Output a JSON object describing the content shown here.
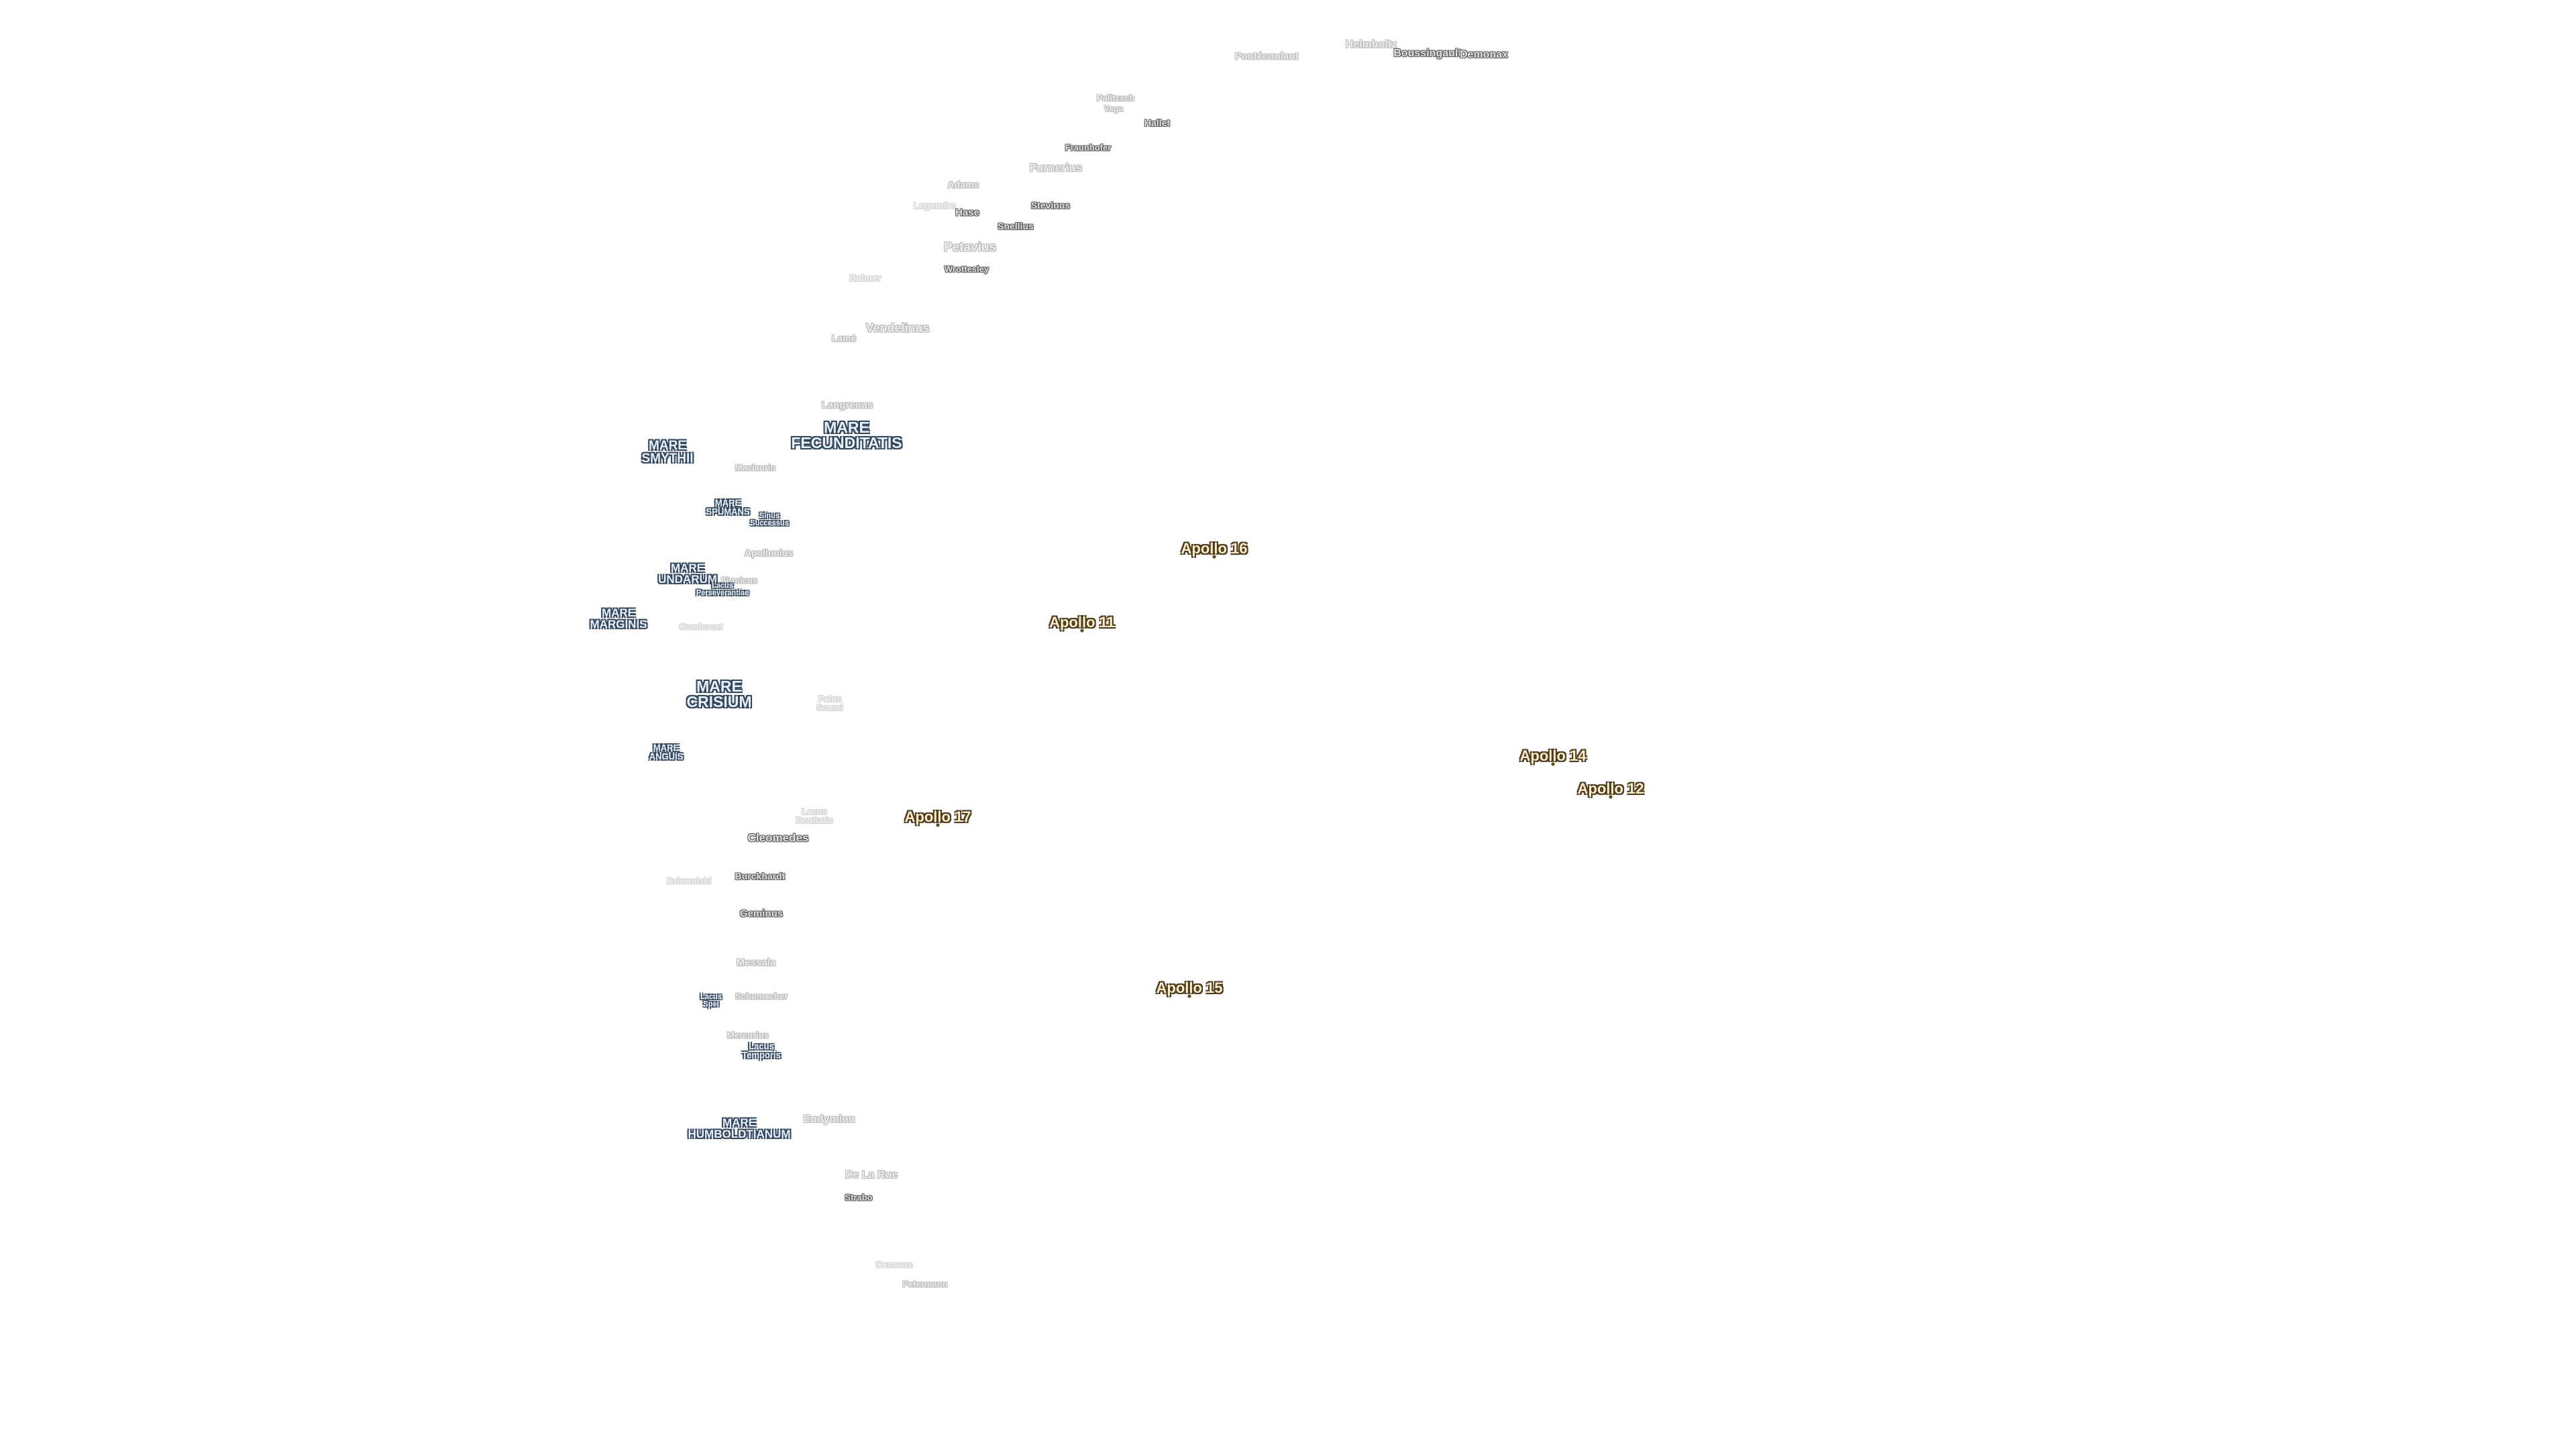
{
  "map": {
    "maria": [
      {
        "id": "mare-fecunditatis",
        "text": "MARE\nFECUNDITATIS",
        "size": "xl"
      },
      {
        "id": "mare-smythii",
        "text": "MARE\nSMYTHII",
        "size": "l"
      },
      {
        "id": "mare-spumans",
        "text": "MARE\nSPUMANS",
        "size": "s"
      },
      {
        "id": "mare-undarum",
        "text": "MARE\nUNDARUM",
        "size": "m"
      },
      {
        "id": "mare-marginis",
        "text": "MARE\nMARGINIS",
        "size": "m"
      },
      {
        "id": "mare-crisium",
        "text": "MARE\nCRISIUM",
        "size": "xl"
      },
      {
        "id": "mare-anguis",
        "text": "MARE\nANGUIS",
        "size": "s"
      },
      {
        "id": "mare-humboldtianum",
        "text": "MARE\nHUMBOLDTIANUM",
        "size": "m"
      },
      {
        "id": "sinus-successus",
        "text": "Sinus\nSuccessus",
        "size": "xs"
      },
      {
        "id": "lacus-perseverantiae",
        "text": "Lacus\nPerseverantiae",
        "size": "xs"
      },
      {
        "id": "lacus-spei",
        "text": "Lacus\nSpei",
        "size": "xs"
      },
      {
        "id": "lacus-temporis",
        "text": "Lacus\nTemporis",
        "size": "s"
      }
    ],
    "craters": [
      {
        "id": "helmholtz",
        "text": "Helmholtz",
        "tone": "faint"
      },
      {
        "id": "boussingault",
        "text": "Boussingault",
        "tone": "normal"
      },
      {
        "id": "demonax",
        "text": "Demonax",
        "tone": "normal"
      },
      {
        "id": "pontecoulant",
        "text": "Pontécoulant",
        "tone": "faint"
      },
      {
        "id": "palitzsch",
        "text": "Palitzsch",
        "tone": "faint"
      },
      {
        "id": "vega",
        "text": "Vega",
        "tone": "faint"
      },
      {
        "id": "hallet",
        "text": "Hallet",
        "tone": "normal"
      },
      {
        "id": "fraunhofer",
        "text": "Fraunhofer",
        "tone": "normal"
      },
      {
        "id": "furnerius",
        "text": "Furnerius",
        "tone": "faint"
      },
      {
        "id": "adams",
        "text": "Adams",
        "tone": "faint"
      },
      {
        "id": "legendre",
        "text": "Legendre",
        "tone": "faint2"
      },
      {
        "id": "hase",
        "text": "Hase",
        "tone": "normal"
      },
      {
        "id": "stevinus",
        "text": "Stevinus",
        "tone": "normal"
      },
      {
        "id": "snellius",
        "text": "Snellius",
        "tone": "normal"
      },
      {
        "id": "petavius",
        "text": "Petavius",
        "tone": "faint"
      },
      {
        "id": "wrottesley",
        "text": "Wrottesley",
        "tone": "normal"
      },
      {
        "id": "balmer",
        "text": "Balmer",
        "tone": "faint2"
      },
      {
        "id": "vendelinus",
        "text": "Vendelinus",
        "tone": "faint"
      },
      {
        "id": "lame",
        "text": "Lamé",
        "tone": "faint"
      },
      {
        "id": "langrenus",
        "text": "Langrenus",
        "tone": "faint"
      },
      {
        "id": "maclaurin",
        "text": "Maclaurin",
        "tone": "faint"
      },
      {
        "id": "apollonius",
        "text": "Apollonius",
        "tone": "faint"
      },
      {
        "id": "firmicus",
        "text": "Firmicus",
        "tone": "faint"
      },
      {
        "id": "condorcet",
        "text": "Condorcet",
        "tone": "faint2"
      },
      {
        "id": "palus-somni",
        "text": "Palus\nSomni",
        "tone": "faint2"
      },
      {
        "id": "lacus-bonitatis",
        "text": "Lacus\nBonitatis",
        "tone": "faint2"
      },
      {
        "id": "cleomedes",
        "text": "Cleomedes",
        "tone": "normal"
      },
      {
        "id": "burckhardt",
        "text": "Burckhardt",
        "tone": "normal"
      },
      {
        "id": "dziewulski",
        "text": "Dziewulski",
        "tone": "faint2"
      },
      {
        "id": "geminus",
        "text": "Geminus",
        "tone": "normal"
      },
      {
        "id": "messala",
        "text": "Messala",
        "tone": "faint"
      },
      {
        "id": "schumacher",
        "text": "Schumacher",
        "tone": "faint"
      },
      {
        "id": "mercurius",
        "text": "Mercurius",
        "tone": "faint"
      },
      {
        "id": "endymion",
        "text": "Endymion",
        "tone": "faint"
      },
      {
        "id": "de-la-rue",
        "text": "De La Rue",
        "tone": "faint"
      },
      {
        "id": "strabo",
        "text": "Strabo",
        "tone": "normal"
      },
      {
        "id": "cusanus",
        "text": "Cusanus",
        "tone": "faint2"
      },
      {
        "id": "petermann",
        "text": "Petermann",
        "tone": "faint"
      }
    ],
    "landing_sites": [
      {
        "id": "apollo-16",
        "text": "Apollo 16"
      },
      {
        "id": "apollo-11",
        "text": "Apollo 11"
      },
      {
        "id": "apollo-14",
        "text": "Apollo 14"
      },
      {
        "id": "apollo-12",
        "text": "Apollo 12"
      },
      {
        "id": "apollo-17",
        "text": "Apollo 17"
      },
      {
        "id": "apollo-15",
        "text": "Apollo 15"
      }
    ]
  }
}
